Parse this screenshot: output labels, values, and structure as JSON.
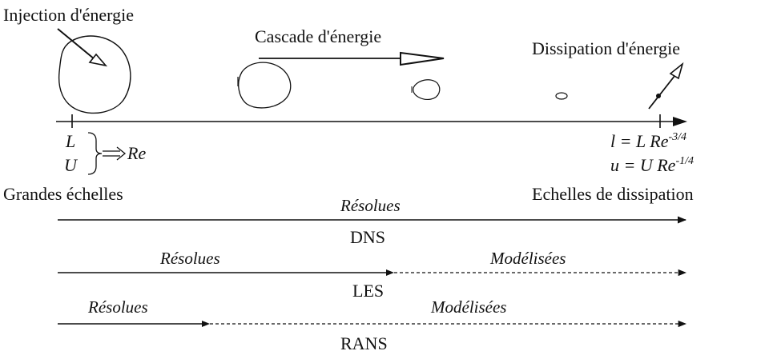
{
  "top": {
    "injection": "Injection d'énergie",
    "cascade": "Cascade d'énergie",
    "dissipation": "Dissipation d'énergie"
  },
  "axis_left": {
    "L": "L",
    "U": "U",
    "Re": "Re"
  },
  "axis_right": {
    "l_line": "l = L Re",
    "l_exp": "-3/4",
    "u_line": "u = U Re",
    "u_exp": "-1/4"
  },
  "scales": {
    "large": "Grandes échelles",
    "dissipation": "Echelles de dissipation"
  },
  "methods": [
    {
      "name": "DNS",
      "resolved": "Résolues",
      "modeled": ""
    },
    {
      "name": "LES",
      "resolved": "Résolues",
      "modeled": "Modélisées"
    },
    {
      "name": "RANS",
      "resolved": "Résolues",
      "modeled": "Modélisées"
    }
  ],
  "colors": {
    "ink": "#111111",
    "background": "#ffffff"
  }
}
